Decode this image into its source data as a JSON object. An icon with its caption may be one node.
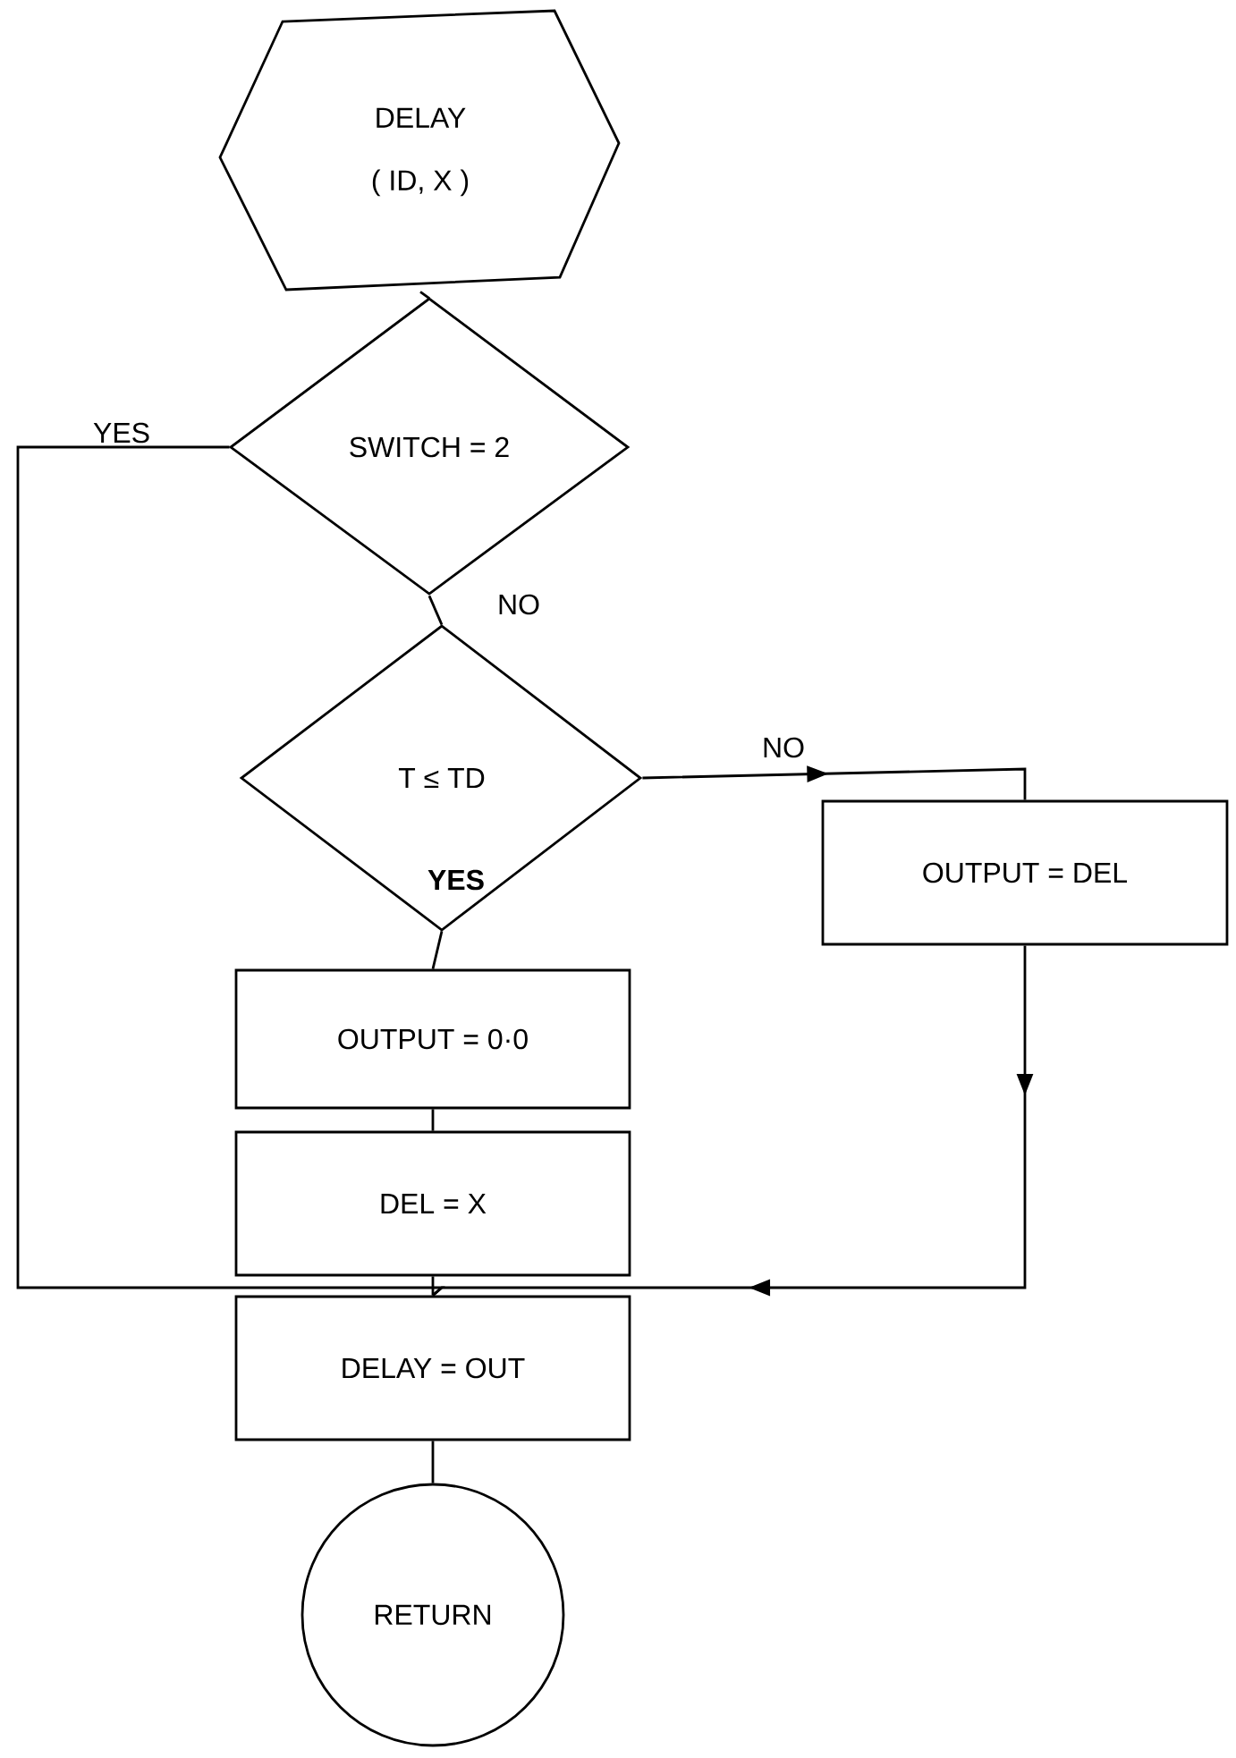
{
  "diagram": {
    "nodes": [
      {
        "text": [
          "DELAY",
          "( ID, X )"
        ]
      },
      {
        "text": [
          "SWITCH = 2"
        ]
      },
      {
        "text": [
          "T ≤ TD"
        ]
      },
      {
        "text": [
          "OUTPUT = DEL"
        ]
      },
      {
        "text": [
          "OUTPUT = 0·0"
        ]
      },
      {
        "text": [
          "DEL  =  X"
        ]
      },
      {
        "text": [
          "DELAY = OUT"
        ]
      },
      {
        "text": [
          "RETURN"
        ]
      }
    ],
    "edges": [
      {
        "from": 0,
        "to": 1,
        "arrow": "none"
      },
      {
        "from": 1,
        "to": 6,
        "arrow": "none",
        "label": "YES"
      },
      {
        "from": 1,
        "to": 2,
        "arrow": "none",
        "label": "NO"
      },
      {
        "from": 2,
        "to": 3,
        "arrow": "to",
        "label": "NO"
      },
      {
        "from": 2,
        "to": 4,
        "arrow": "none",
        "label": "YES"
      },
      {
        "from": 4,
        "to": 5,
        "arrow": "none"
      },
      {
        "from": 5,
        "to": 6,
        "arrow": "none"
      },
      {
        "from": 3,
        "to": 6,
        "arrow": "to"
      },
      {
        "from": 6,
        "to": 7,
        "arrow": "none"
      }
    ]
  }
}
